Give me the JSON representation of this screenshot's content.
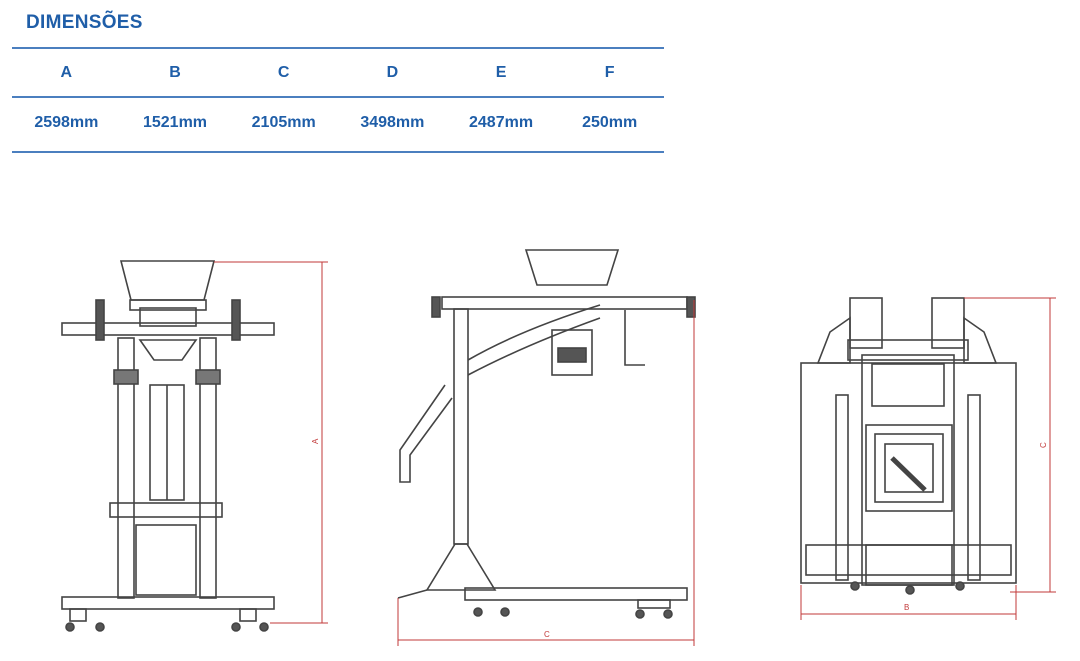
{
  "title": "DIMENSÕES",
  "columns": [
    "A",
    "B",
    "C",
    "D",
    "E",
    "F"
  ],
  "values": [
    "2598mm",
    "1521mm",
    "2105mm",
    "3498mm",
    "2487mm",
    "250mm"
  ],
  "drawing_labels": {
    "front_height": "A",
    "side_width": "C",
    "rear_width": "B",
    "rear_height": "C"
  },
  "colors": {
    "text": "#1f5ea8",
    "rule": "#4b7fbf",
    "dimension": "#c23a3a",
    "line": "#444444"
  }
}
